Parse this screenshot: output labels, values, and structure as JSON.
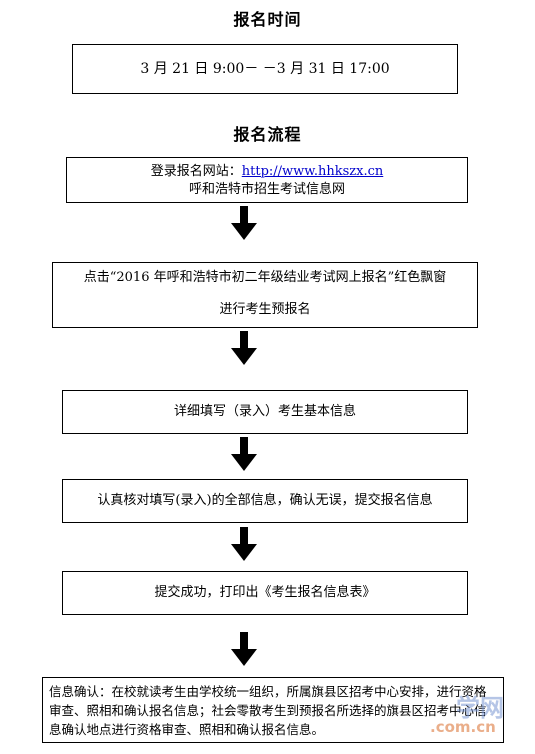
{
  "registration_time": {
    "heading": "报名时间",
    "period": "3 月 21 日 9:00－ －3 月 31 日 17:00"
  },
  "process": {
    "heading": "报名流程",
    "steps": [
      {
        "line1_prefix": "登录报名网站：",
        "link": "http://www.hhkszx.cn",
        "line2": "呼和浩特市招生考试信息网"
      },
      {
        "line1": "点击“2016 年呼和浩特市初二年级结业考试网上报名”红色飘窗",
        "line2": "进行考生预报名"
      },
      {
        "text": "详细填写（录入）考生基本信息"
      },
      {
        "text": "认真核对填写(录入)的全部信息，确认无误，提交报名信息"
      },
      {
        "text": "提交成功，打印出《考生报名信息表》"
      },
      {
        "text": "信息确认：在校就读考生由学校统一组织，所属旗县区招考中心安排，进行资格审查、照相和确认报名信息；社会零散考生到预报名所选择的旗县区招考中心信息确认地点进行资格审查、照相和确认报名信息。"
      }
    ]
  },
  "watermark": {
    "text1": "学网",
    "text2": ".com.cn"
  }
}
